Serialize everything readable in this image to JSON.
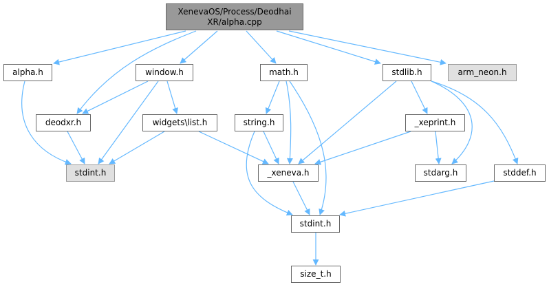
{
  "colors": {
    "edge": "#63b8ff",
    "root_fill": "#999999",
    "external_fill": "#e0e0e0",
    "node_border": "#666666"
  },
  "nodes": {
    "root": "XenevaOS/Process/Deodhai\nXR/alpha.cpp",
    "alpha": "alpha.h",
    "window": "window.h",
    "math": "math.h",
    "stdlib": "stdlib.h",
    "arm_neon": "arm_neon.h",
    "deodxr": "deodxr.h",
    "widgets_list": "widgets\\list.h",
    "string": "string.h",
    "xeprint": "_xeprint.h",
    "stdint_ext": "stdint.h",
    "xeneva": "_xeneva.h",
    "stdarg": "stdarg.h",
    "stddef": "stddef.h",
    "stdint": "stdint.h",
    "size_t": "size_t.h"
  },
  "edges": [
    [
      "root",
      "alpha"
    ],
    [
      "root",
      "deodxr"
    ],
    [
      "root",
      "window"
    ],
    [
      "root",
      "math"
    ],
    [
      "root",
      "stdlib"
    ],
    [
      "root",
      "arm_neon"
    ],
    [
      "alpha",
      "stdint_ext"
    ],
    [
      "window",
      "deodxr"
    ],
    [
      "window",
      "stdint_ext"
    ],
    [
      "window",
      "widgets_list"
    ],
    [
      "deodxr",
      "stdint_ext"
    ],
    [
      "widgets_list",
      "stdint_ext"
    ],
    [
      "widgets_list",
      "xeneva"
    ],
    [
      "math",
      "string"
    ],
    [
      "math",
      "xeneva"
    ],
    [
      "math",
      "stdint"
    ],
    [
      "string",
      "xeneva"
    ],
    [
      "string",
      "stdint"
    ],
    [
      "stdlib",
      "xeneva"
    ],
    [
      "stdlib",
      "xeprint"
    ],
    [
      "stdlib",
      "stdarg"
    ],
    [
      "stdlib",
      "stddef"
    ],
    [
      "xeprint",
      "xeneva"
    ],
    [
      "xeprint",
      "stdarg"
    ],
    [
      "xeneva",
      "stdint"
    ],
    [
      "stddef",
      "stdint"
    ],
    [
      "stdint",
      "size_t"
    ]
  ]
}
